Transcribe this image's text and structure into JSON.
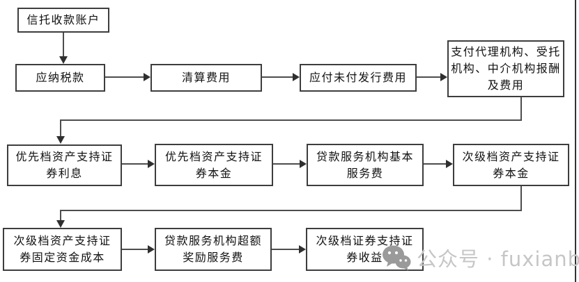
{
  "diagram": {
    "title": "",
    "nodes": [
      {
        "id": "trust-collection-account",
        "label": "信托收款账户"
      },
      {
        "id": "taxes-payable",
        "label": "应纳税款"
      },
      {
        "id": "liquidation-expenses",
        "label": "清算费用"
      },
      {
        "id": "unpaid-issuance-fees",
        "label": "应付未付发行费用"
      },
      {
        "id": "agency-trustee-intermediary-fees",
        "label": "支付代理机构、受托\n机构、中介机构报酬\n及费用"
      },
      {
        "id": "senior-abs-interest",
        "label": "优先档资产支持证\n券利息"
      },
      {
        "id": "senior-abs-principal",
        "label": "优先档资产支持证\n券本金"
      },
      {
        "id": "servicer-base-fee",
        "label": "贷款服务机构基本\n服务费"
      },
      {
        "id": "subordinate-abs-principal",
        "label": "次级档资产支持证\n券本金"
      },
      {
        "id": "subordinate-abs-fixed-funding-cost",
        "label": "次级档资产支持证\n券固定资金成本"
      },
      {
        "id": "servicer-excess-incentive-fee",
        "label": "贷款服务机构超额\n奖励服务费"
      },
      {
        "id": "subordinate-abs-income",
        "label": "次级档证券支持证\n券收益"
      }
    ],
    "edges": [
      {
        "from": "trust-collection-account",
        "to": "taxes-payable"
      },
      {
        "from": "taxes-payable",
        "to": "liquidation-expenses"
      },
      {
        "from": "liquidation-expenses",
        "to": "unpaid-issuance-fees"
      },
      {
        "from": "unpaid-issuance-fees",
        "to": "agency-trustee-intermediary-fees"
      },
      {
        "from": "agency-trustee-intermediary-fees",
        "to": "senior-abs-interest"
      },
      {
        "from": "senior-abs-interest",
        "to": "senior-abs-principal"
      },
      {
        "from": "senior-abs-principal",
        "to": "servicer-base-fee"
      },
      {
        "from": "servicer-base-fee",
        "to": "subordinate-abs-principal"
      },
      {
        "from": "subordinate-abs-principal",
        "to": "subordinate-abs-fixed-funding-cost"
      },
      {
        "from": "subordinate-abs-fixed-funding-cost",
        "to": "servicer-excess-incentive-fee"
      },
      {
        "from": "servicer-excess-incentive-fee",
        "to": "subordinate-abs-income"
      }
    ]
  },
  "watermark": {
    "icon": "wechat-icon",
    "text": "公众号 · fuxianbubin",
    "text_color": "#c6c6c6",
    "icon_color": "#9a9a9a"
  },
  "colors": {
    "background": "#ffffff",
    "box_border": "#3d3d3d",
    "line": "#4d4d4d",
    "text": "#111111"
  }
}
